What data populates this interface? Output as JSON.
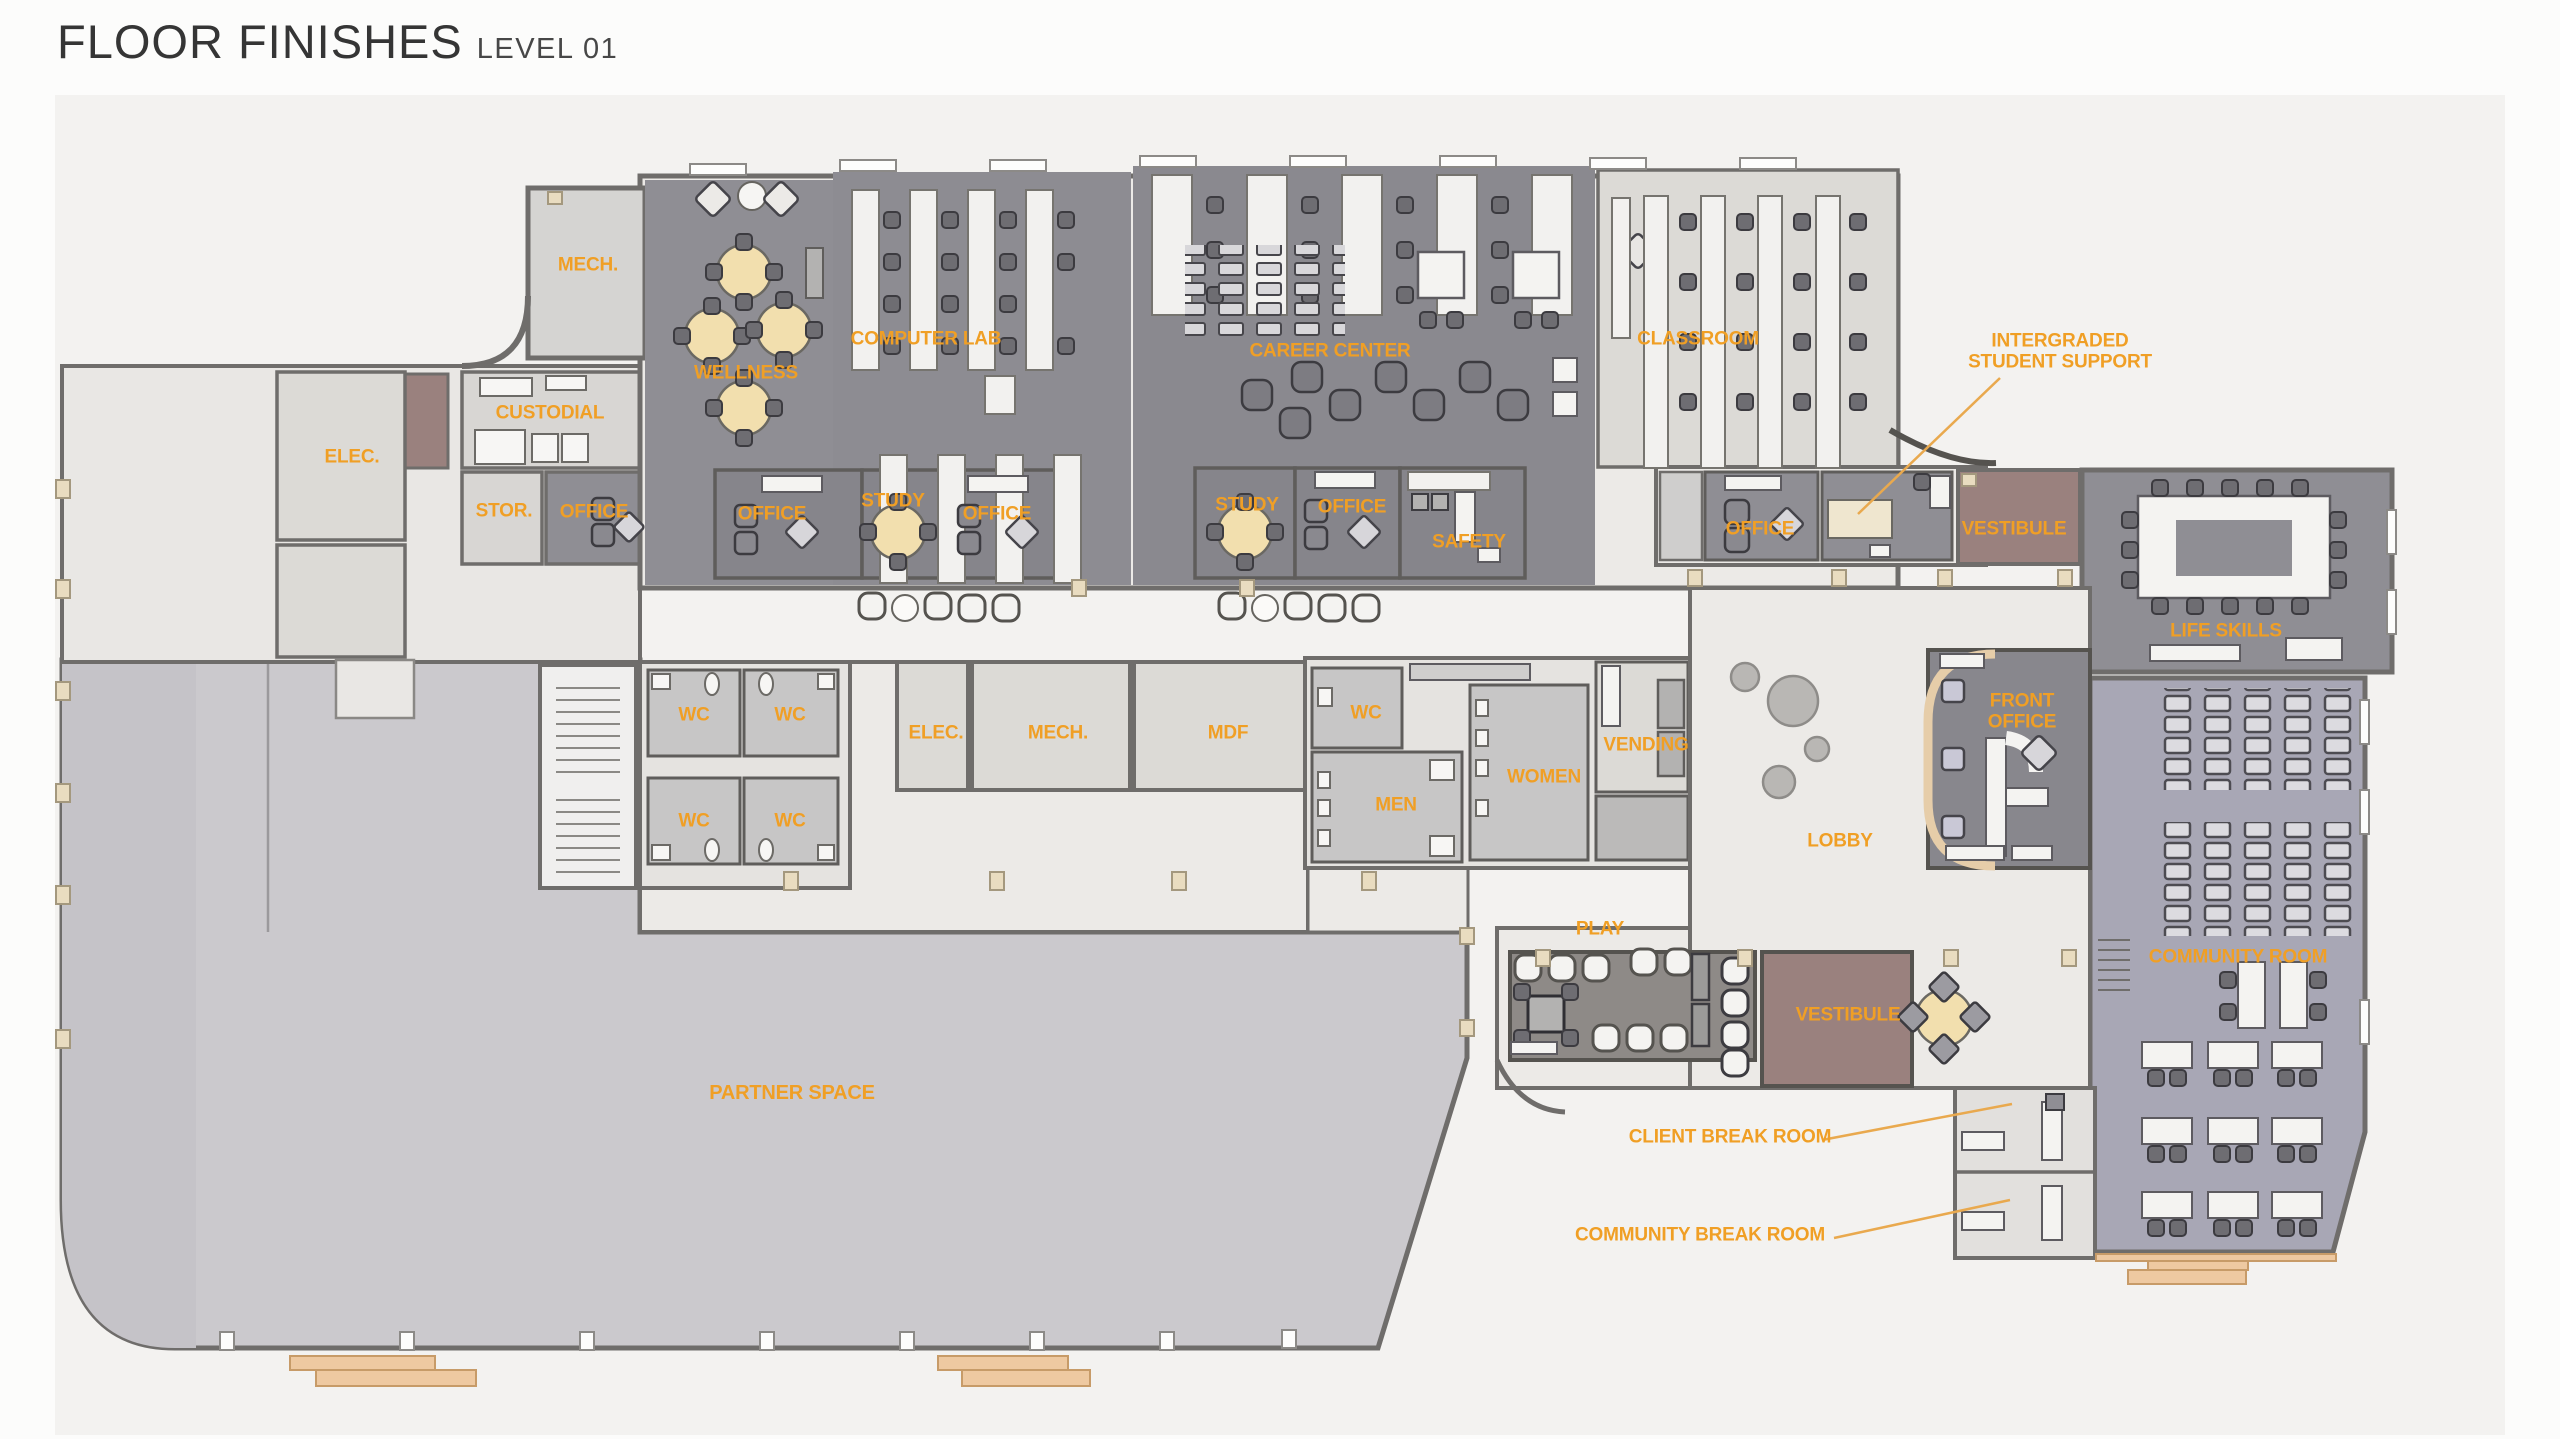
{
  "title": {
    "main": "FLOOR FINISHES",
    "level": "LEVEL 01"
  },
  "colors": {
    "label_orange": "#f09f25",
    "leader_orange": "#e9a94e",
    "dark_carpet": "#8f8e94",
    "light_floor": "#dcdad6",
    "corridor": "#eceae7",
    "restroom_gray": "#c7c6c6",
    "vestibule_mauve": "#9a817e",
    "community_lavender": "#a8a7b5",
    "partner_gray": "#cbc9cd",
    "play_carpet": "#8e8a87",
    "stair_teal": "#8cc0c6",
    "table_cream": "#f2dfae",
    "column_tan": "#e9dcc0",
    "mat_tan": "#eec9a1"
  },
  "labels": [
    {
      "name": "room-label-mech-upper",
      "text": "MECH."
    },
    {
      "name": "room-label-wellness",
      "text": "WELLNESS"
    },
    {
      "name": "room-label-computer-lab",
      "text": "COMPUTER LAB"
    },
    {
      "name": "room-label-career-center",
      "text": "CAREER CENTER"
    },
    {
      "name": "room-label-classroom",
      "text": "CLASSROOM"
    },
    {
      "name": "room-label-integrated-student-support",
      "text": "INTERGRADED\nSTUDENT SUPPORT"
    },
    {
      "name": "room-label-vestibule-north",
      "text": "VESTIBULE"
    },
    {
      "name": "room-label-life-skills",
      "text": "LIFE SKILLS"
    },
    {
      "name": "room-label-elec-west",
      "text": "ELEC."
    },
    {
      "name": "room-label-custodial",
      "text": "CUSTODIAL"
    },
    {
      "name": "room-label-storage",
      "text": "STOR."
    },
    {
      "name": "room-label-office-west",
      "text": "OFFICE"
    },
    {
      "name": "room-label-office-wellness",
      "text": "OFFICE"
    },
    {
      "name": "room-label-study-wellness",
      "text": "STUDY"
    },
    {
      "name": "room-label-office-lab",
      "text": "OFFICE"
    },
    {
      "name": "room-label-study-career",
      "text": "STUDY"
    },
    {
      "name": "room-label-office-career",
      "text": "OFFICE"
    },
    {
      "name": "room-label-safety",
      "text": "SAFETY"
    },
    {
      "name": "room-label-office-east",
      "text": "OFFICE"
    },
    {
      "name": "room-label-wc-1",
      "text": "WC"
    },
    {
      "name": "room-label-wc-2",
      "text": "WC"
    },
    {
      "name": "room-label-wc-3",
      "text": "WC"
    },
    {
      "name": "room-label-wc-4",
      "text": "WC"
    },
    {
      "name": "room-label-elec-mid",
      "text": "ELEC."
    },
    {
      "name": "room-label-mech-mid",
      "text": "MECH."
    },
    {
      "name": "room-label-mdf",
      "text": "MDF"
    },
    {
      "name": "room-label-wc-5",
      "text": "WC"
    },
    {
      "name": "room-label-men",
      "text": "MEN"
    },
    {
      "name": "room-label-women",
      "text": "WOMEN"
    },
    {
      "name": "room-label-vending",
      "text": "VENDING"
    },
    {
      "name": "room-label-lobby",
      "text": "LOBBY"
    },
    {
      "name": "room-label-front-office",
      "text": "FRONT\nOFFICE"
    },
    {
      "name": "room-label-community-room",
      "text": "COMMUNITY ROOM"
    },
    {
      "name": "room-label-play",
      "text": "PLAY"
    },
    {
      "name": "room-label-vestibule-south",
      "text": "VESTIBULE"
    },
    {
      "name": "room-label-client-break-room",
      "text": "CLIENT BREAK ROOM"
    },
    {
      "name": "room-label-community-break-room",
      "text": "COMMUNITY BREAK ROOM"
    },
    {
      "name": "room-label-partner-space",
      "text": "PARTNER SPACE"
    }
  ]
}
